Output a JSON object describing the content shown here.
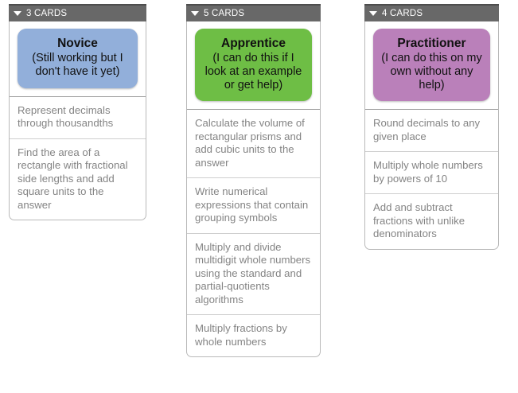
{
  "board": {
    "background": "#ffffff",
    "columns": [
      {
        "id": "novice",
        "header_label": "3 CARDS",
        "header_color": "#686868",
        "caret_icon": "caret-down-icon",
        "tile": {
          "title": "Novice",
          "subtitle": "(Still working but I don't have it yet)",
          "color": "#92AFDA"
        },
        "cards": [
          {
            "text": "Represent decimals through thousandths"
          },
          {
            "text": "Find the area of a rectangle with fractional side lengths and add square units to the answer"
          }
        ]
      },
      {
        "id": "apprentice",
        "header_label": "5 CARDS",
        "header_color": "#686868",
        "caret_icon": "caret-down-icon",
        "tile": {
          "title": "Apprentice",
          "subtitle": "(I can do this if I look at an example or get help)",
          "color": "#6EBE45"
        },
        "cards": [
          {
            "text": "Calculate the volume of rectangular prisms and add cubic units to the answer"
          },
          {
            "text": "Write numerical expressions that contain grouping symbols"
          },
          {
            "text": "Multiply and divide multidigit whole numbers using the standard and partial-quotients algorithms"
          },
          {
            "text": "Multiply fractions by whole numbers"
          }
        ]
      },
      {
        "id": "practitioner",
        "header_label": "4 CARDS",
        "header_color": "#686868",
        "caret_icon": "caret-down-icon",
        "tile": {
          "title": "Practitioner",
          "subtitle": "(I can do this on my own without any help)",
          "color": "#BA80BA"
        },
        "cards": [
          {
            "text": "Round decimals to any given place"
          },
          {
            "text": "Multiply whole numbers by powers of 10"
          },
          {
            "text": "Add and subtract fractions with unlike denominators"
          }
        ]
      }
    ]
  }
}
